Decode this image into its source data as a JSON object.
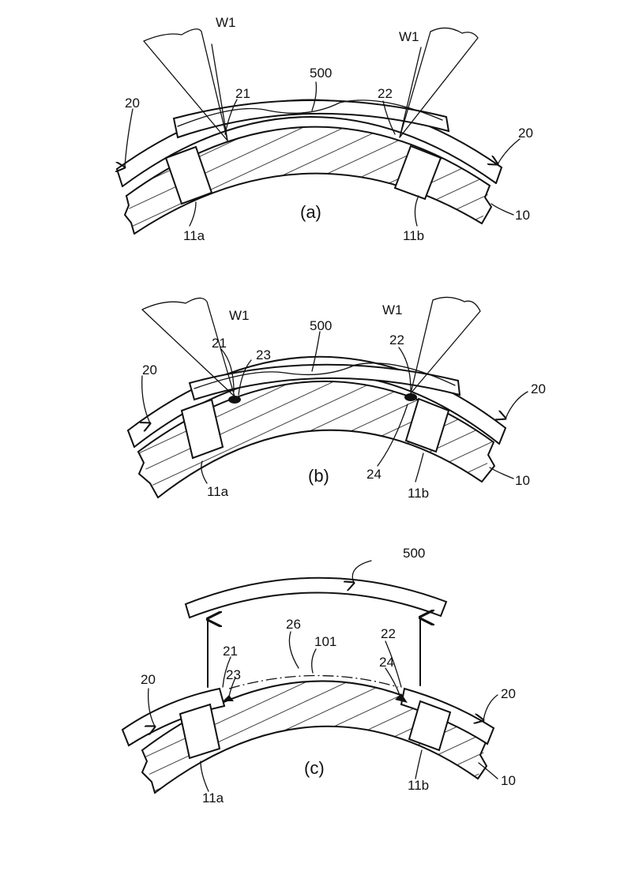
{
  "panels": {
    "a": {
      "caption": "(a)",
      "labels": {
        "w1_left": "W1",
        "w1_right": "W1",
        "plate": "500",
        "edge_left": "21",
        "edge_right": "22",
        "skin_left": "20",
        "skin_right": "20",
        "hole_left": "11a",
        "hole_right": "11b",
        "base": "10"
      }
    },
    "b": {
      "caption": "(b)",
      "labels": {
        "w1_left": "W1",
        "w1_right": "W1",
        "plate": "500",
        "edge_left": "21",
        "edge_right": "22",
        "weld_left": "23",
        "weld_right": "24",
        "skin_left": "20",
        "skin_right": "20",
        "hole_left": "11a",
        "hole_right": "11b",
        "base": "10"
      }
    },
    "c": {
      "caption": "(c)",
      "labels": {
        "plate": "500",
        "opening": "26",
        "line": "101",
        "edge_left": "21",
        "edge_right": "22",
        "weld_left": "23",
        "weld_right": "24",
        "skin_left": "20",
        "skin_right": "20",
        "hole_left": "11a",
        "hole_right": "11b",
        "base": "10"
      }
    }
  }
}
